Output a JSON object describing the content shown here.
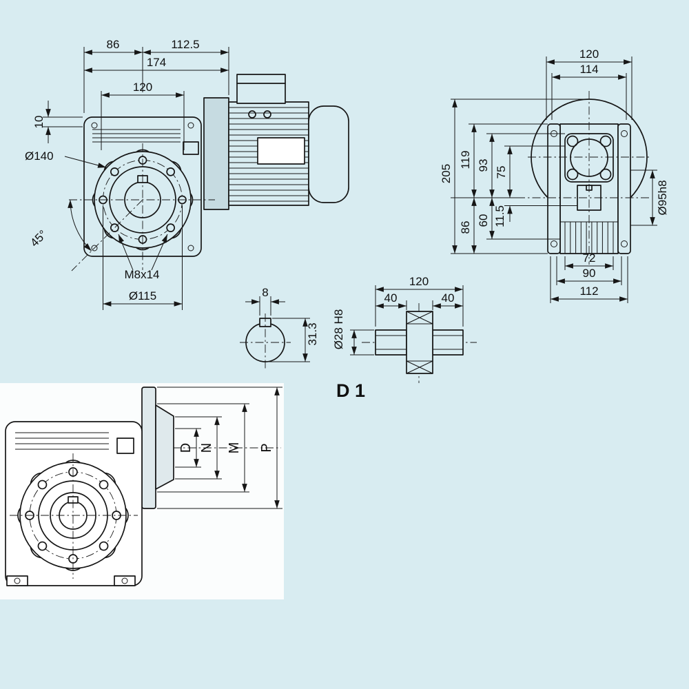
{
  "colors": {
    "background": "#d8ecf1",
    "line": "#161616",
    "motor_flange_fill": "#c6dbe1",
    "bell_fill": "#dfe9ec",
    "panel": "#fbfdfd"
  },
  "views": {
    "gearmotor_front": {
      "dims": {
        "left_to_axis": "86",
        "axis_to_motor": "112.5",
        "overall_length": "174",
        "bolt_square": "120",
        "lug_height": "10",
        "flange_diameter": "Ø140",
        "hole_angle": "45°",
        "tapped_holes": "M8x14",
        "bolt_circle": "Ø115"
      }
    },
    "gearbox_rear": {
      "dims": {
        "flange_width": "120",
        "body_width": "114",
        "overall_height": "205",
        "axis_to_top": "119",
        "axis_to_flange_top": "93",
        "axis_to_hole": "75",
        "axis_to_base": "86",
        "axis_to_fin": "60",
        "axis_offset": "11.5",
        "spigot_diameter": "Ø95h8",
        "fin_width": "72",
        "foot_width": "90",
        "base_width": "112"
      }
    },
    "shaft_detail": {
      "section_label": "D 1",
      "dims": {
        "key_width": "8",
        "bore_to_key": "31.3",
        "bore_diameter": "Ø28 H8",
        "shaft_length": "120",
        "left_ext": "40",
        "right_ext": "40"
      }
    },
    "output_flange": {
      "dims": {
        "d": "D",
        "n": "N",
        "m": "M",
        "p": "P"
      }
    }
  }
}
